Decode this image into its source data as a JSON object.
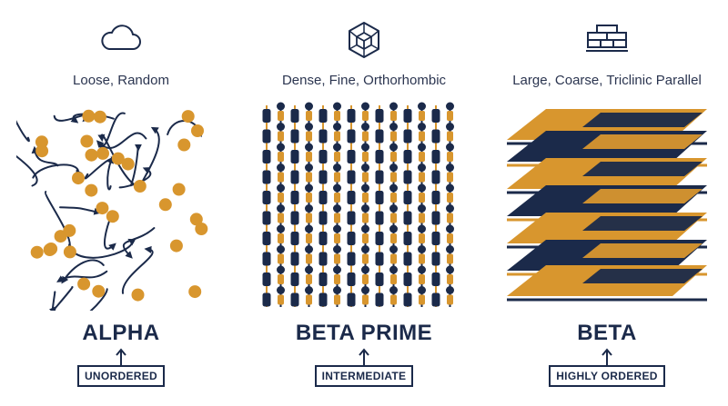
{
  "colors": {
    "navy": "#1b2a4a",
    "gold": "#d8962e"
  },
  "phases": [
    {
      "icon": "cloud-icon",
      "description": "Loose, Random",
      "name": "ALPHA",
      "order_label": "UNORDERED"
    },
    {
      "icon": "cube-icon",
      "description": "Dense, Fine, Orthorhombic",
      "name": "BETA PRIME",
      "order_label": "INTERMEDIATE"
    },
    {
      "icon": "brick-wall-icon",
      "description": "Large, Coarse, Triclinic Parallel",
      "name": "BETA",
      "order_label": "HIGHLY ORDERED"
    }
  ]
}
